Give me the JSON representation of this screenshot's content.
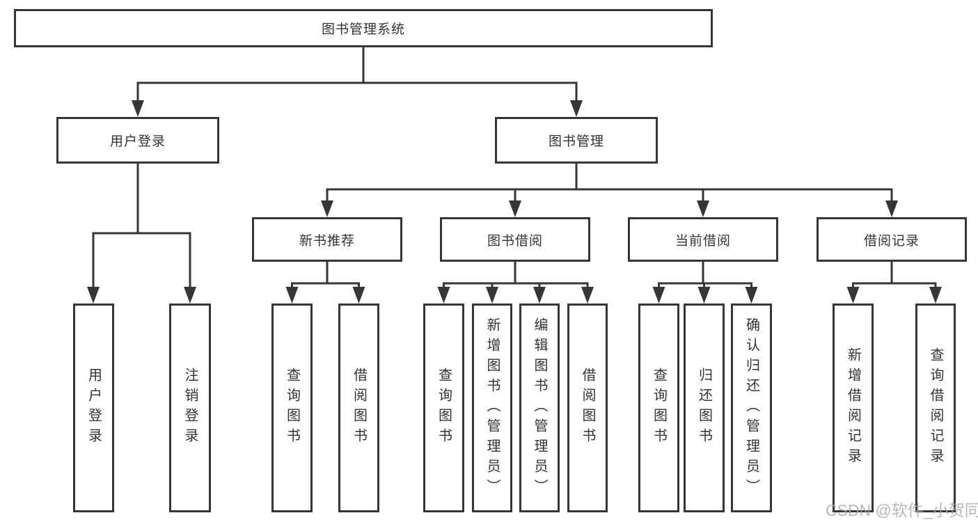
{
  "diagram": {
    "root": {
      "label": "图书管理系统"
    },
    "level2": {
      "user_login": {
        "label": "用户登录"
      },
      "book_mgmt": {
        "label": "图书管理"
      }
    },
    "level3": {
      "new_books": {
        "label": "新书推荐"
      },
      "borrowing": {
        "label": "图书借阅"
      },
      "current": {
        "label": "当前借阅"
      },
      "records": {
        "label": "借阅记录"
      }
    },
    "leaves": {
      "user_login_leaf": {
        "label": "用户登录"
      },
      "logout": {
        "label": "注销登录"
      },
      "nb_query": {
        "label": "查询图书"
      },
      "nb_borrow": {
        "label": "借阅图书"
      },
      "bb_query": {
        "label": "查询图书"
      },
      "bb_add": {
        "label": "新增图书（管理员）"
      },
      "bb_edit": {
        "label": "编辑图书（管理员）"
      },
      "bb_borrow": {
        "label": "借阅图书"
      },
      "cb_query": {
        "label": "查询图书"
      },
      "cb_return": {
        "label": "归还图书"
      },
      "cb_confirm": {
        "label": "确认归还（管理员）"
      },
      "br_add": {
        "label": "新增借阅记录"
      },
      "br_query": {
        "label": "查询借阅记录"
      }
    }
  },
  "watermark": {
    "text": "CSDN @软件_小贺同学"
  },
  "colors": {
    "line": "#363636",
    "box_border": "#363636",
    "text": "#333333",
    "background": "#ffffff",
    "watermark": "#a8a8a8"
  }
}
